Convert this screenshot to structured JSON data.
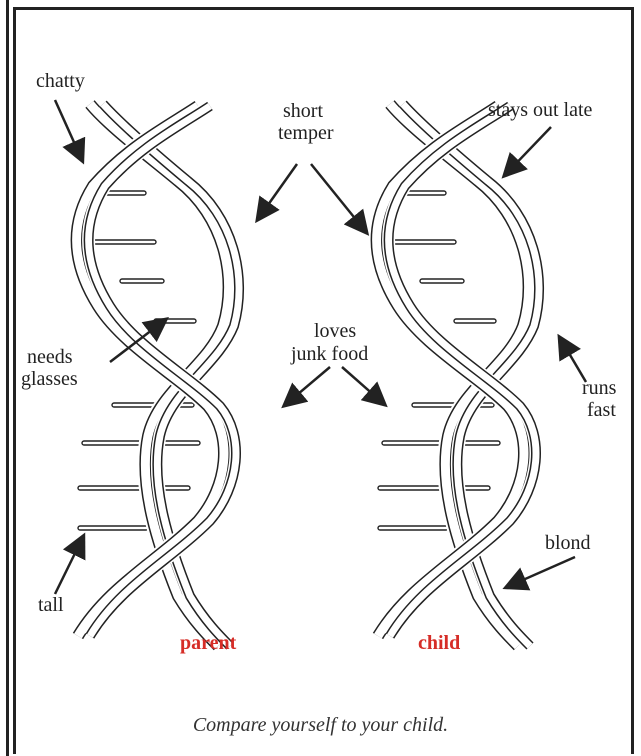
{
  "annotations": {
    "chatty": "chatty",
    "short_temper_line1": "short",
    "short_temper_line2": "temper",
    "stays_out_late": "stays out late",
    "loves_junk_food_line1": "loves",
    "loves_junk_food_line2": "junk food",
    "needs_glasses_line1": "needs",
    "needs_glasses_line2": "glasses",
    "runs_fast_line1": "runs",
    "runs_fast_line2": "fast",
    "blond": "blond",
    "tall": "tall"
  },
  "legend": {
    "parent": "parent",
    "child": "child"
  },
  "caption": "Compare yourself to your child.",
  "colors": {
    "label_red": "#d62d27",
    "ink": "#222222"
  },
  "icons": [
    "dna-helix-icon",
    "dna-helix-icon"
  ]
}
